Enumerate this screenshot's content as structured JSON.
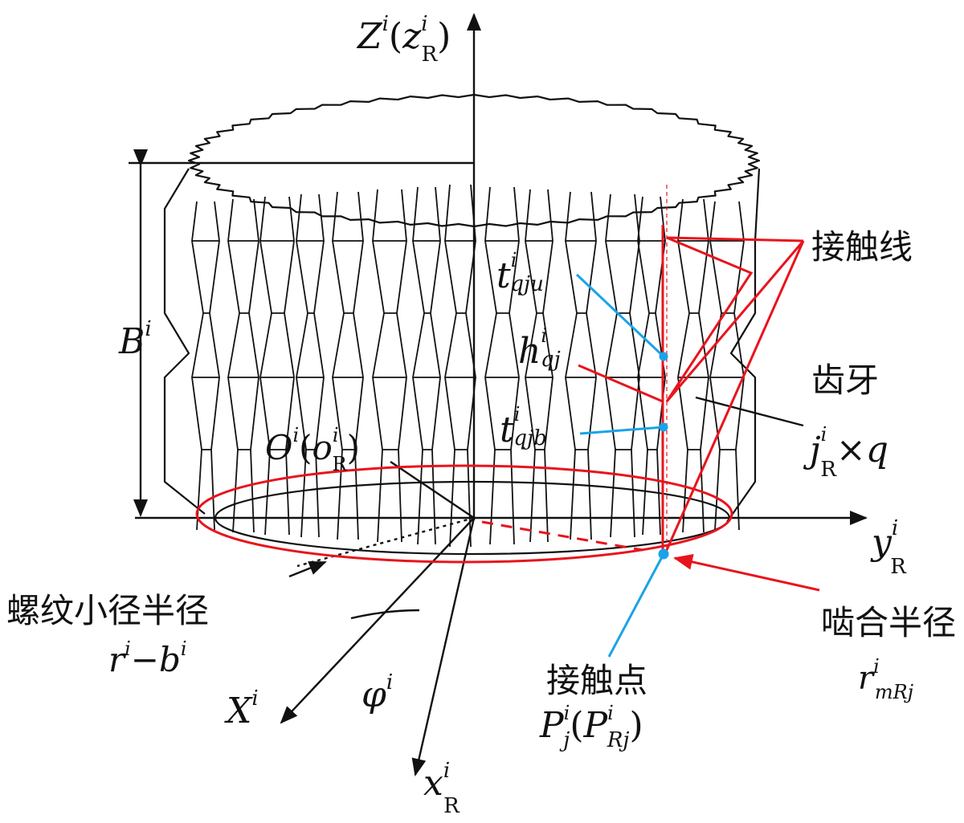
{
  "callouts": {
    "contact_line": "接触线",
    "tooth": "齿牙",
    "minor_radius": "螺纹小径半径",
    "mesh_radius": "啮合半径",
    "contact_point": "接触点"
  },
  "symbols": {
    "z_axis": {
      "main": "Z",
      "sup": "i",
      "paren_open": "(",
      "inner": "z",
      "inner_sup": "i",
      "inner_sub": "R",
      "paren_close": ")"
    },
    "y_axis": {
      "main": "y",
      "sup": "i",
      "sub": "R"
    },
    "x_axis_big": {
      "main": "X",
      "sup": "i"
    },
    "x_axis_small": {
      "main": "x",
      "sup": "i",
      "sub": "R"
    },
    "origin": {
      "main": "O",
      "sup": "i",
      "paren_open": "(",
      "inner": "o",
      "inner_sup": "i",
      "inner_sub": "R",
      "paren_close": ")"
    },
    "width": {
      "main": "B",
      "sup": "i"
    },
    "phi": {
      "main": "φ",
      "sup": "i"
    },
    "t_upper": {
      "main": "t",
      "sup": "i",
      "sub": "qju"
    },
    "h": {
      "main": "h",
      "sup": "i",
      "sub": "qj"
    },
    "t_lower": {
      "main": "t",
      "sup": "i",
      "sub": "qjb"
    },
    "tooth_index": {
      "main": "j",
      "sup": "i",
      "sub": "R",
      "tail": "×q"
    },
    "minor_formula": {
      "a": "r",
      "a_sup": "i",
      "minus": "−",
      "b": "b",
      "b_sup": "i"
    },
    "mesh_radius_sym": {
      "main": "r",
      "sup": "i",
      "sub": "mRj"
    },
    "contact_point_sym": {
      "main": "P",
      "sup": "i",
      "sub": "j",
      "paren_open": "(",
      "inner": "P",
      "inner_sup": "i",
      "inner_sub": "Rj",
      "paren_close": ")"
    }
  },
  "colors": {
    "line": "#111111",
    "red": "#e8141c",
    "blue": "#1aa3e8"
  }
}
